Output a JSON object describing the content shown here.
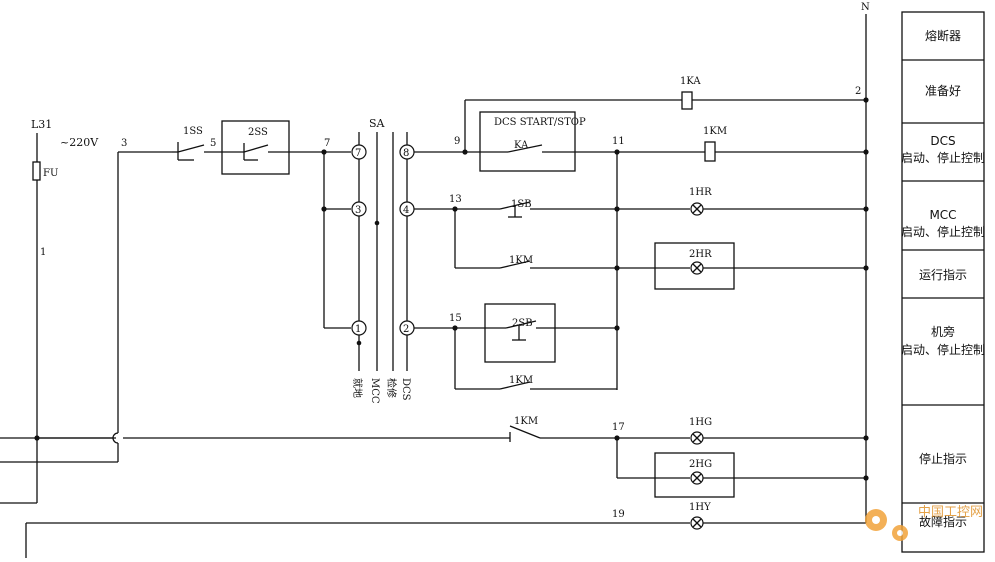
{
  "diagram": {
    "supply": {
      "phase": "L31",
      "neutral": "N",
      "voltage": "~220V",
      "fuse": "FU"
    },
    "node_labels": {
      "n1": "1",
      "n2": "2",
      "n3": "3",
      "n5": "5",
      "n7": "7",
      "n9": "9",
      "n11": "11",
      "n13": "13",
      "n15": "15",
      "n17": "17",
      "n19": "19"
    },
    "components": {
      "ss1": "1SS",
      "ss2": "2SS",
      "sa": "SA",
      "dcs_box": "DCS START/STOP",
      "ka_contact": "KA",
      "relay_1ka": "1KA",
      "coil_1km": "1KM",
      "sb1": "1SB",
      "sb2": "2SB",
      "km_aux_run": "1KM",
      "km_aux_hold": "1KM",
      "km_nc": "1KM",
      "lamp_1hr": "1HR",
      "lamp_2hr": "2HR",
      "lamp_1hg": "1HG",
      "lamp_2hg": "2HG",
      "lamp_1hy": "1HY"
    },
    "sa_terminals": {
      "t7": "7",
      "t3": "3",
      "t1": "1",
      "t8": "8",
      "t4": "4",
      "t2": "2"
    },
    "sa_positions": [
      "就地",
      "MCC",
      "检修",
      "DCS"
    ],
    "side_panel": [
      {
        "line1": "熔断器",
        "line2": ""
      },
      {
        "line1": "准备好",
        "line2": ""
      },
      {
        "line1": "DCS",
        "line2": "启动、停止控制"
      },
      {
        "line1": "MCC",
        "line2": "启动、停止控制"
      },
      {
        "line1": "运行指示",
        "line2": ""
      },
      {
        "line1": "机旁",
        "line2": "启动、停止控制"
      },
      {
        "line1": "停止指示",
        "line2": ""
      },
      {
        "line1": "故障指示",
        "line2": ""
      }
    ],
    "watermark": "中国工控网"
  }
}
